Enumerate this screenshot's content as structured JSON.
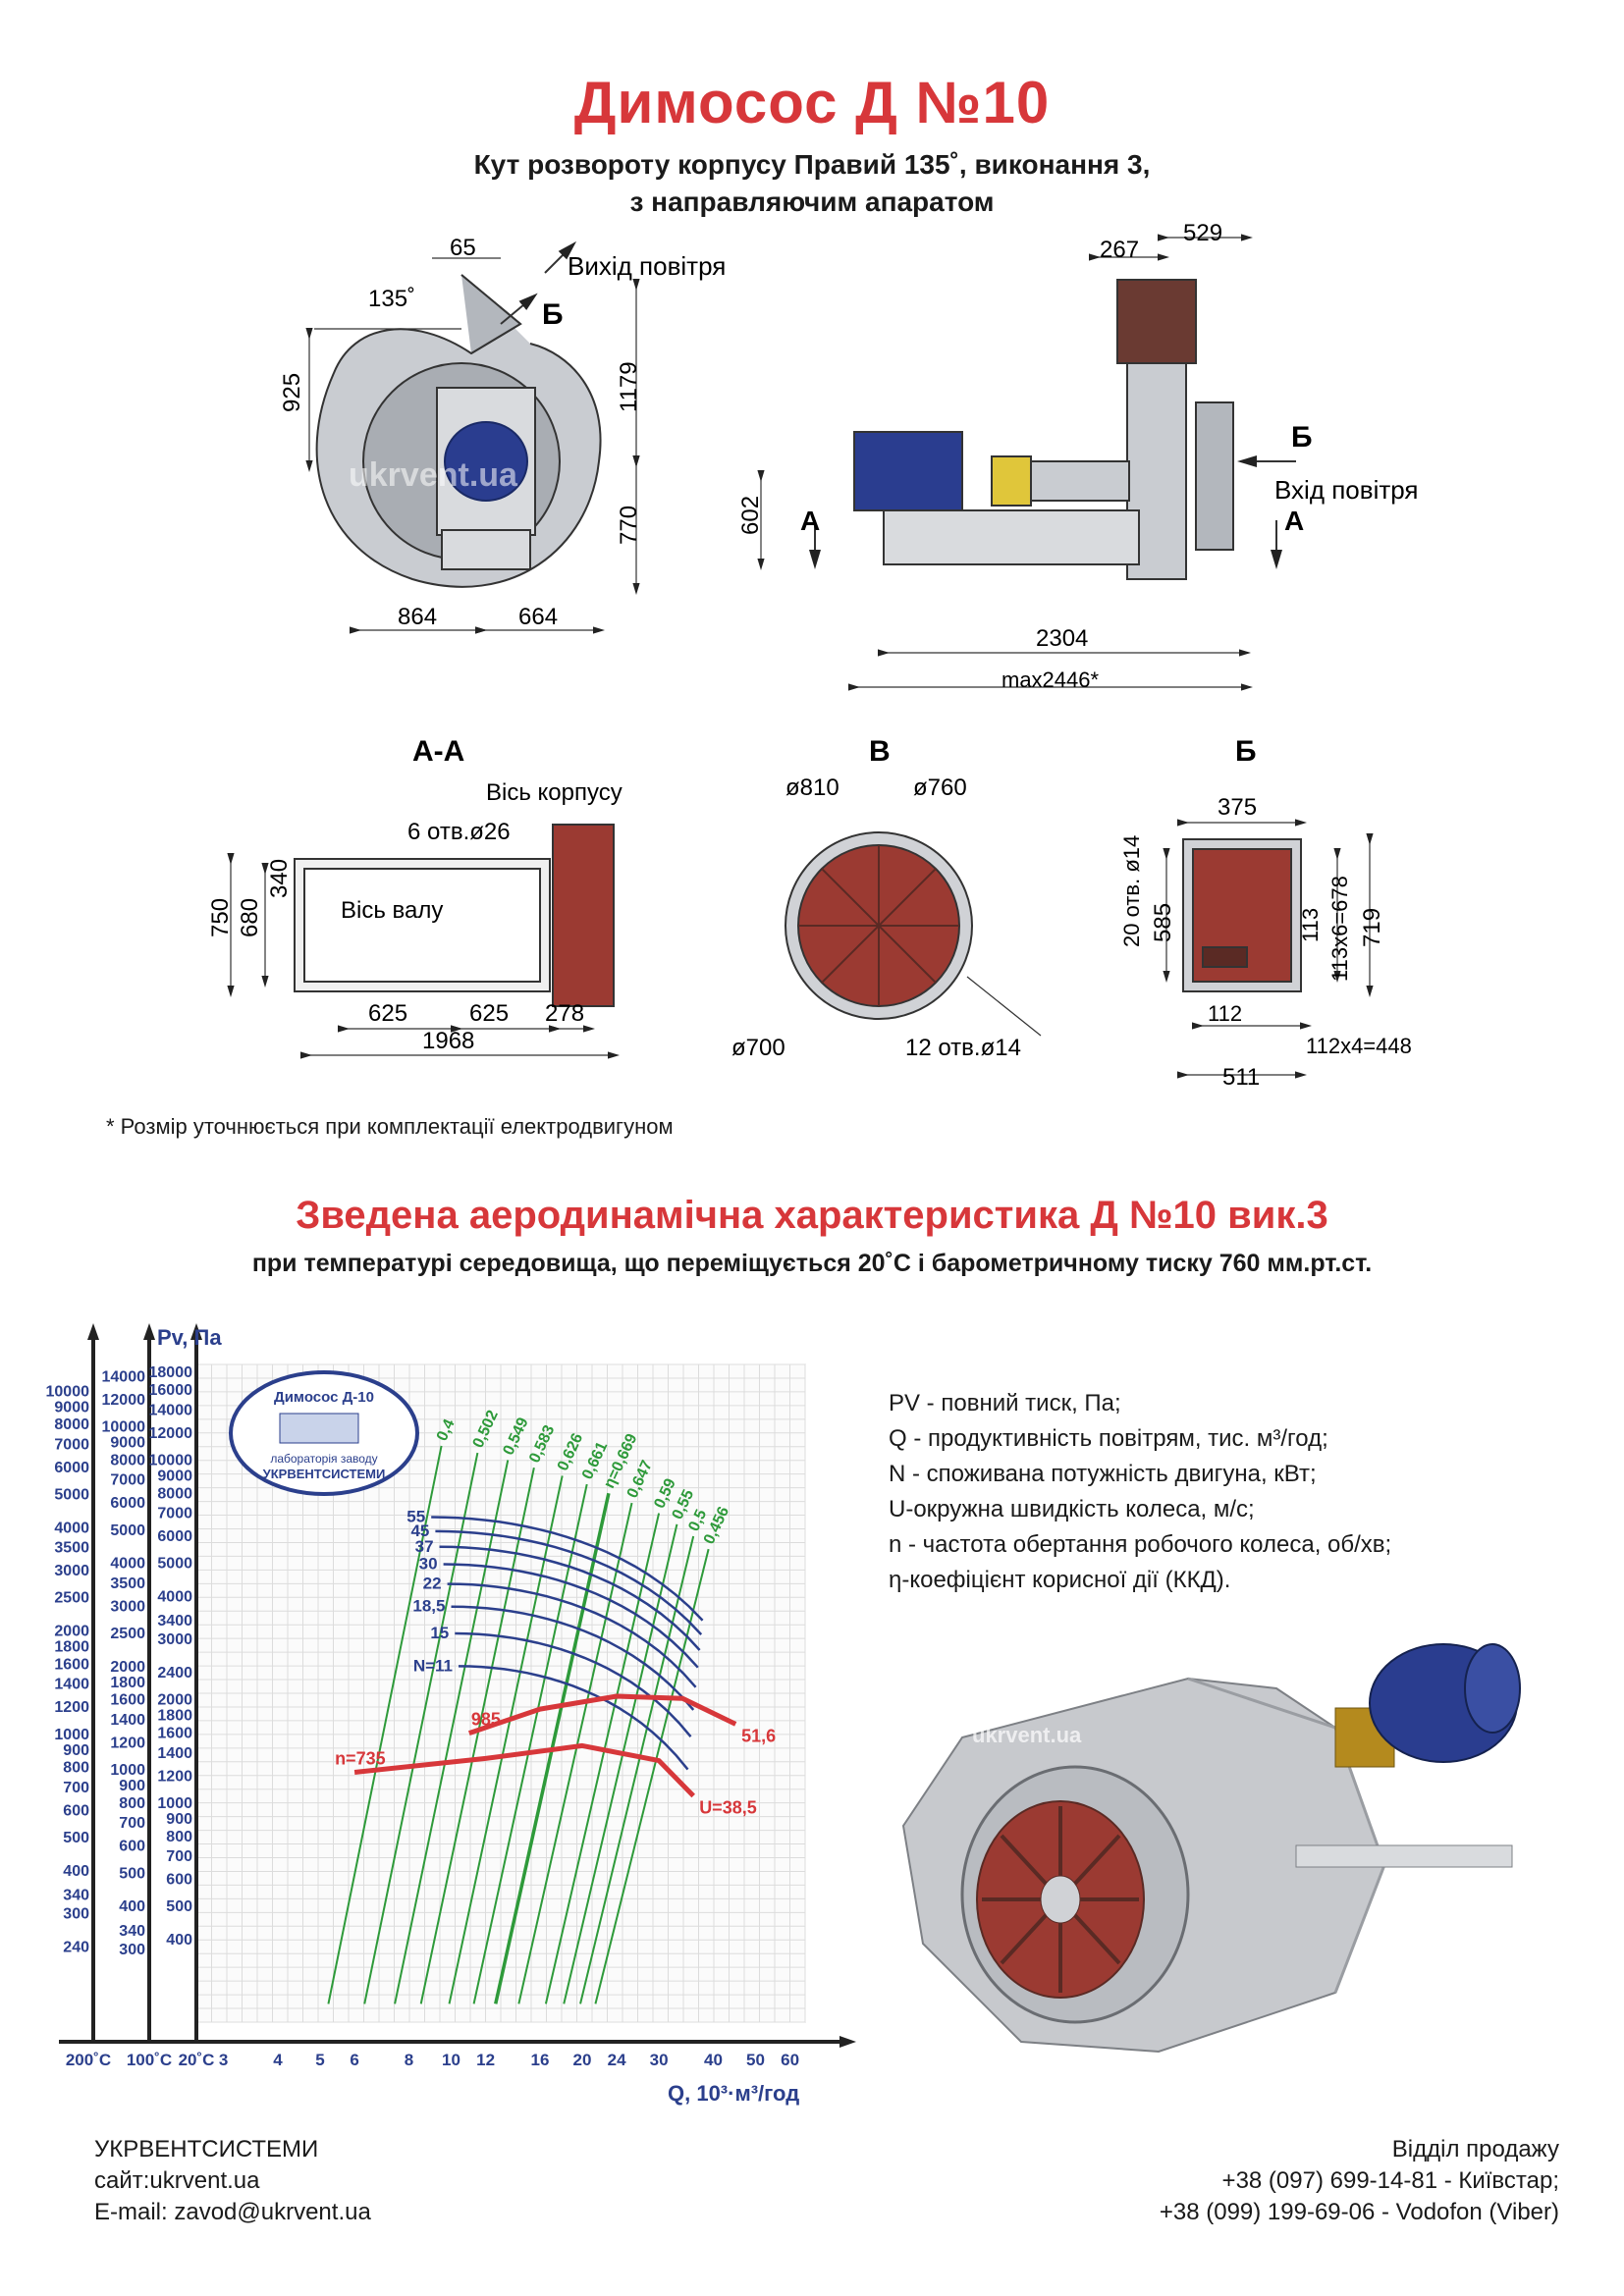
{
  "header": {
    "title": "Димосос  Д №10",
    "subtitle_1": "Кут розвороту корпусу Правий 135˚, виконання 3,",
    "subtitle_2": "з направляючим апаратом"
  },
  "front_view": {
    "dim_65": "65",
    "air_out": "Вихід повітря",
    "angle": "135˚",
    "label_b": "Б",
    "dim_925": "925",
    "dim_1179": "1179",
    "dim_770": "770",
    "dim_864": "864",
    "dim_664": "664",
    "watermark": "ukrvent.ua"
  },
  "side_view": {
    "dim_267": "267",
    "dim_529": "529",
    "label_b": "Б",
    "air_in": "Вхід повітря",
    "label_a_left": "А",
    "label_a_right": "А",
    "dim_602": "602",
    "dim_2304": "2304",
    "dim_max": "max2446*"
  },
  "section_aa": {
    "title": "А-А",
    "axis_body": "Вісь корпусу",
    "holes": "6 отв.ø26",
    "axis_shaft": "Вісь валу",
    "dim_750": "750",
    "dim_680": "680",
    "dim_340": "340",
    "dim_625a": "625",
    "dim_625b": "625",
    "dim_278": "278",
    "dim_1968": "1968"
  },
  "view_v": {
    "title": "В",
    "d810": "ø810",
    "d760": "ø760",
    "d700": "ø700",
    "holes": "12 отв.ø14"
  },
  "view_b": {
    "title": "Б",
    "dim_375": "375",
    "holes": "20 отв. ø14",
    "dim_585": "585",
    "dim_113": "113",
    "dim_113x6": "113х6=678",
    "dim_719": "719",
    "dim_112": "112",
    "dim_112x4": "112х4=448",
    "dim_511": "511"
  },
  "note": "* Розмір уточнюється при комплектації електродвигуном",
  "aero": {
    "title": "Зведена аеродинамічна характеристика Д №10 вик.3",
    "subtitle": "при температурі середовища, що переміщується 20˚С і барометричному тиску 760 мм.рт.ст."
  },
  "chart_data": {
    "type": "line",
    "title": "",
    "ylabel": "Pv, Па",
    "xlabel": "Q, 10³·м³/год",
    "x_scale": "log",
    "x_ticks": [
      "3",
      "4",
      "5",
      "6",
      "8",
      "10",
      "12",
      "16",
      "20",
      "24",
      "30",
      "40",
      "50",
      "60"
    ],
    "y_axis_200": [
      "10000",
      "9000",
      "8000",
      "7000",
      "6000",
      "5000",
      "4000",
      "3500",
      "3000",
      "2500",
      "2000",
      "1800",
      "1600",
      "1400",
      "1200",
      "1000",
      "900",
      "800",
      "700",
      "600",
      "500",
      "400",
      "340",
      "300",
      "240"
    ],
    "y_axis_100": [
      "14000",
      "12000",
      "10000",
      "9000",
      "8000",
      "7000",
      "6000",
      "5000",
      "4000",
      "3500",
      "3000",
      "2500",
      "2000",
      "1800",
      "1600",
      "1400",
      "1200",
      "1000",
      "900",
      "800",
      "700",
      "600",
      "500",
      "400",
      "340",
      "300"
    ],
    "y_axis_20": [
      "18000",
      "16000",
      "14000",
      "12000",
      "10000",
      "9000",
      "8000",
      "7000",
      "6000",
      "5000",
      "4000",
      "3400",
      "3000",
      "2400",
      "2000",
      "1800",
      "1600",
      "1400",
      "1200",
      "1000",
      "900",
      "800",
      "700",
      "600",
      "500",
      "400"
    ],
    "temp_labels": [
      "200˚С",
      "100˚С",
      "20˚С"
    ],
    "power_labels": [
      "55",
      "45",
      "37",
      "30",
      "22",
      "18,5",
      "15",
      "N=11"
    ],
    "efficiency_labels": [
      "0,4",
      "0,502",
      "0,549",
      "0,583",
      "0,626",
      "0,661",
      "η=0,669",
      "0,647",
      "0,59",
      "0,55",
      "0,5",
      "0,456"
    ],
    "speed_curves": [
      {
        "name": "985",
        "points": [
          [
            11,
            1600
          ],
          [
            16,
            1880
          ],
          [
            24,
            2050
          ],
          [
            34,
            2020
          ],
          [
            45,
            1700
          ]
        ]
      },
      {
        "name": "n=735",
        "points": [
          [
            6,
            1230
          ],
          [
            12,
            1350
          ],
          [
            20,
            1470
          ],
          [
            30,
            1330
          ],
          [
            36,
            1050
          ]
        ]
      }
    ],
    "end_labels": [
      "51,6",
      "U=38,5"
    ],
    "logo_line1": "Димосос Д-10",
    "logo_line2": "лабораторія заводу",
    "logo_line3": "УКРВЕНТСИСТЕМИ"
  },
  "legend": [
    "PV - повний тиск, Па;",
    "Q - продуктивність повітрям, тис. м³/год;",
    "N - споживана потужність двигуна, кВт;",
    "U-окружна швидкість колеса, м/с;",
    "n - частота обертання робочого колеса, об/хв;",
    "η-коефіцієнт корисної дії (ККД)."
  ],
  "render_watermark": "ukrvent.ua",
  "footer_left": {
    "company": "УКРВЕНТСИСТЕМИ",
    "site": "сайт:ukrvent.ua",
    "email": "E-mail: zavod@ukrvent.ua"
  },
  "footer_right": {
    "dept": "Відділ продажу",
    "phone1": "+38 (097) 699-14-81 - Київстар;",
    "phone2": "+38 (099) 199-69-06 - Vodofon (Viber)"
  },
  "colors": {
    "accent": "#d7373a",
    "blue_curves": "#2b3f8c",
    "green_lines": "#2e9a3a",
    "red_curves": "#d7373a",
    "metal": "#b8bcc2",
    "motor": "#2a3d8f",
    "housing_red": "#9b3a32"
  }
}
